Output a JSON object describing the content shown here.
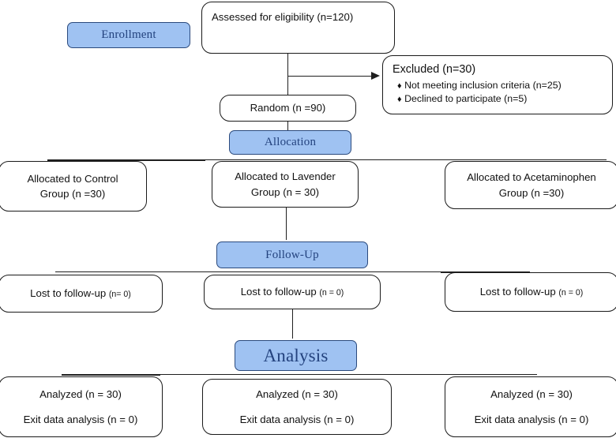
{
  "diagram": {
    "title": "CONSORT participant flow diagram",
    "accent_color": "#9FC2F2",
    "accent_text_color": "#23427e",
    "line_color": "#1f1f1f",
    "box_border_color": "#1a1a1a"
  },
  "stages": {
    "enrollment": "Enrollment",
    "allocation": "Allocation",
    "followup": "Follow-Up",
    "analysis": "Analysis"
  },
  "enrollment": {
    "assessed": "Assessed for eligibility (n=120)",
    "randomized": "Random (n =90)",
    "excluded": {
      "title": "Excluded (n=30)",
      "bullet": "♦",
      "reasons": [
        "Not meeting inclusion criteria (n=25)",
        "Declined to participate (n=5)"
      ]
    }
  },
  "allocation": {
    "arms": [
      {
        "line1": "Allocated to Control",
        "line2": "Group (n =30)"
      },
      {
        "line1": "Allocated to Lavender",
        "line2": "Group (n = 30)"
      },
      {
        "line1": "Allocated to Acetaminophen",
        "line2": "Group (n =30)"
      }
    ]
  },
  "followup": {
    "arms": [
      {
        "label": "Lost to follow-up ",
        "count": "(n= 0)"
      },
      {
        "label": "Lost to follow-up ",
        "count": "(n = 0)"
      },
      {
        "label": "Lost to follow-up ",
        "count": "(n = 0)"
      }
    ]
  },
  "analysis": {
    "arms": [
      {
        "line1": "Analyzed (n = 30)",
        "line2": "Exit data analysis (n = 0)"
      },
      {
        "line1": "Analyzed (n = 30)",
        "line2": "Exit data analysis (n = 0)"
      },
      {
        "line1": "Analyzed (n = 30)",
        "line2": "Exit data analysis (n = 0)"
      }
    ]
  }
}
